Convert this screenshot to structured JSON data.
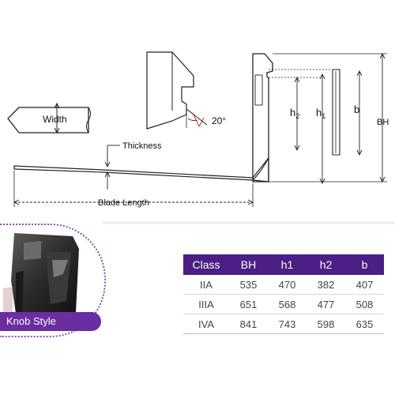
{
  "labels": {
    "width": "Width",
    "angle": "20°",
    "thickness": "Thickness",
    "blade_length": "Blade Length",
    "h2": "h",
    "h2_sub": "2",
    "h1": "h",
    "h1_sub": "1",
    "b": "b",
    "bh": "BH"
  },
  "knob": {
    "caption": "Knob Style"
  },
  "table": {
    "headers": [
      "Class",
      "BH",
      "h1",
      "h2",
      "b"
    ],
    "rows": [
      [
        "IIA",
        "535",
        "470",
        "382",
        "407"
      ],
      [
        "IIIA",
        "651",
        "568",
        "477",
        "508"
      ],
      [
        "IVA",
        "841",
        "743",
        "598",
        "635"
      ]
    ]
  },
  "colors": {
    "header_bg": "#4b1f85",
    "caption_bg": "#6a2ea0",
    "accent_red": "#c0392b"
  }
}
